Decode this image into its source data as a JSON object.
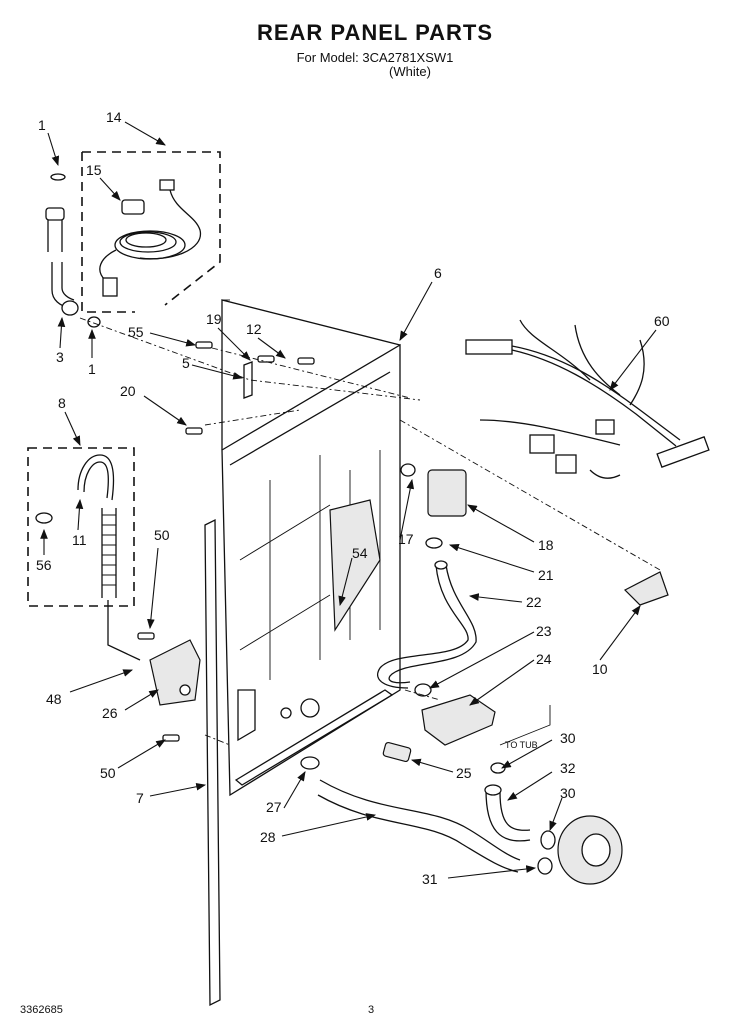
{
  "header": {
    "title": "REAR PANEL PARTS",
    "model_line": "For Model: 3CA2781XSW1",
    "color_line": "(White)"
  },
  "footer": {
    "doc_number": "3362685",
    "page_number": "3"
  },
  "annotations": {
    "to_tub": "TO TUB"
  },
  "callouts": [
    {
      "id": "c1a",
      "label": "1"
    },
    {
      "id": "c14",
      "label": "14"
    },
    {
      "id": "c15",
      "label": "15"
    },
    {
      "id": "c6",
      "label": "6"
    },
    {
      "id": "c60",
      "label": "60"
    },
    {
      "id": "c3",
      "label": "3"
    },
    {
      "id": "c1b",
      "label": "1"
    },
    {
      "id": "c55",
      "label": "55"
    },
    {
      "id": "c19",
      "label": "19"
    },
    {
      "id": "c12",
      "label": "12"
    },
    {
      "id": "c5",
      "label": "5"
    },
    {
      "id": "c8",
      "label": "8"
    },
    {
      "id": "c20",
      "label": "20"
    },
    {
      "id": "c11",
      "label": "11"
    },
    {
      "id": "c56",
      "label": "56"
    },
    {
      "id": "c54",
      "label": "54"
    },
    {
      "id": "c17",
      "label": "17"
    },
    {
      "id": "c18",
      "label": "18"
    },
    {
      "id": "c21",
      "label": "21"
    },
    {
      "id": "c22",
      "label": "22"
    },
    {
      "id": "c50a",
      "label": "50"
    },
    {
      "id": "c23",
      "label": "23"
    },
    {
      "id": "c24",
      "label": "24"
    },
    {
      "id": "c10",
      "label": "10"
    },
    {
      "id": "c48",
      "label": "48"
    },
    {
      "id": "c26",
      "label": "26"
    },
    {
      "id": "c30a",
      "label": "30"
    },
    {
      "id": "c50b",
      "label": "50"
    },
    {
      "id": "c25",
      "label": "25"
    },
    {
      "id": "c32",
      "label": "32"
    },
    {
      "id": "c7",
      "label": "7"
    },
    {
      "id": "c27",
      "label": "27"
    },
    {
      "id": "c30b",
      "label": "30"
    },
    {
      "id": "c28",
      "label": "28"
    },
    {
      "id": "c31",
      "label": "31"
    }
  ]
}
